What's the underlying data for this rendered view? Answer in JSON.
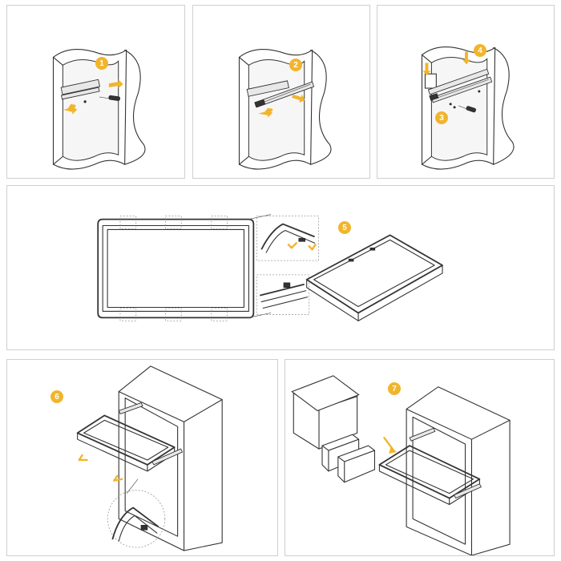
{
  "steps": [
    {
      "id": "step-1",
      "number": "1"
    },
    {
      "id": "step-2",
      "number": "2"
    },
    {
      "id": "step-3",
      "number": "3"
    },
    {
      "id": "step-4",
      "number": "4"
    },
    {
      "id": "step-5",
      "number": "5"
    },
    {
      "id": "step-6",
      "number": "6"
    },
    {
      "id": "step-7",
      "number": "7"
    }
  ],
  "colors": {
    "accent": "#f1b52c",
    "line": "#333333",
    "panel_border": "#cfcfcf"
  },
  "icons": [
    "screwdriver-icon",
    "arrow-icon",
    "screw-icon",
    "drawer-rail-icon"
  ]
}
